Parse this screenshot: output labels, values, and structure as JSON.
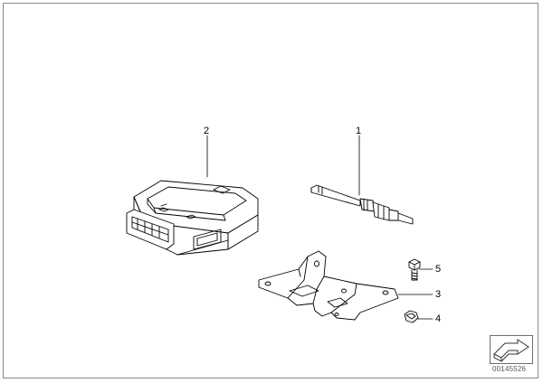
{
  "callouts": {
    "p1": "1",
    "p2": "2",
    "p3": "3",
    "p4": "4",
    "p5": "5"
  },
  "diagram_id": "00145526",
  "nav_icon": "arrow-icon",
  "colors": {
    "line": "#000000",
    "frame": "#8a8a8a",
    "id_text": "#555555"
  }
}
